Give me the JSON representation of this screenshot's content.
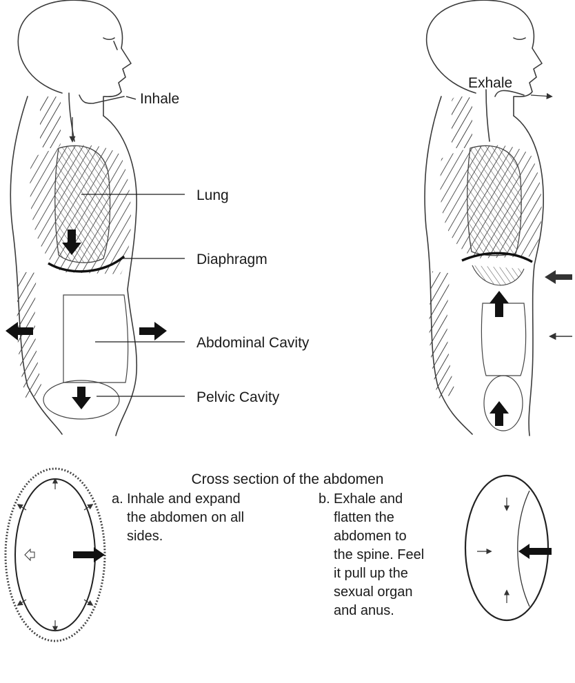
{
  "labels": {
    "inhale": "Inhale",
    "exhale": "Exhale",
    "lung": "Lung",
    "diaphragm": "Diaphragm",
    "abdominal_cavity": "Abdominal Cavity",
    "pelvic_cavity": "Pelvic Cavity",
    "cross_section_title": "Cross section of the abdomen"
  },
  "captions": {
    "a": {
      "marker": "a.",
      "text": "Inhale and expand the abdomen on all sides."
    },
    "b": {
      "marker": "b.",
      "text": "Exhale and flatten the abdomen to the spine. Feel it pull up the sexual organ and anus."
    }
  },
  "icons": [
    "down-arrow-icon",
    "up-arrow-icon",
    "left-arrow-icon",
    "right-arrow-icon"
  ]
}
